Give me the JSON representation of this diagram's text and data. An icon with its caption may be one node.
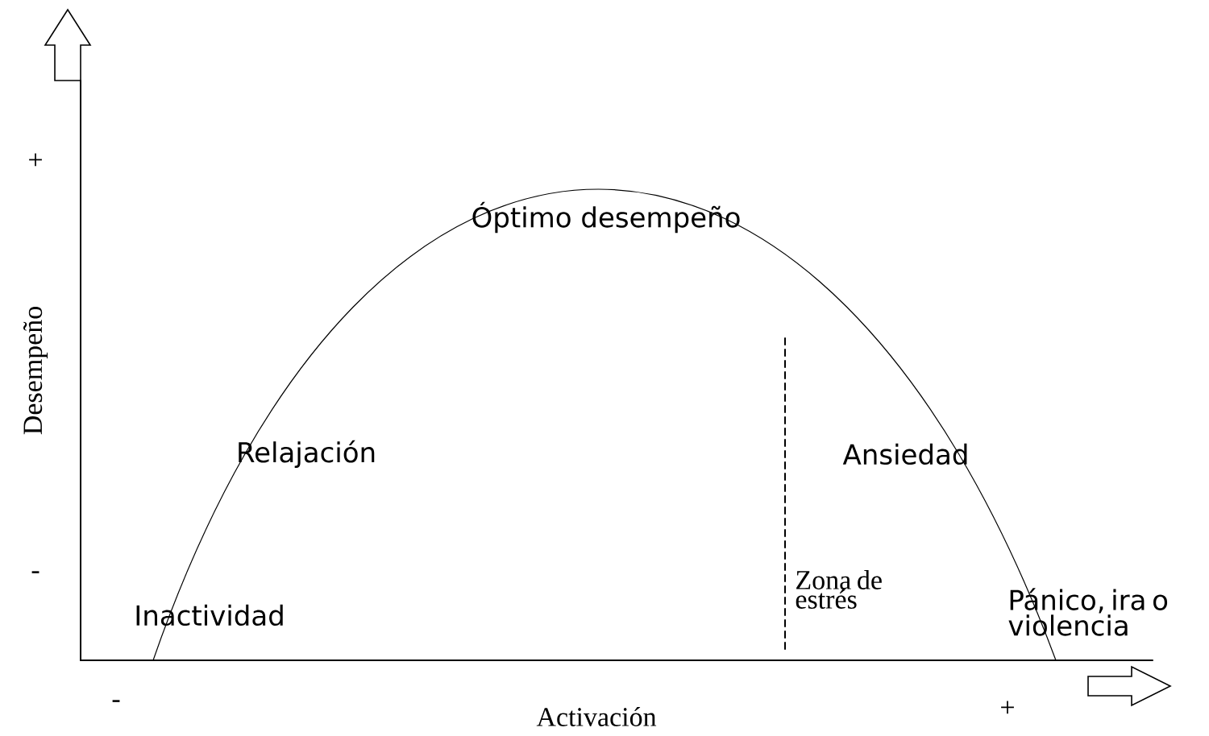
{
  "diagram": {
    "labels": [
      "+",
      "-",
      "Desempeño",
      "Óptimo desempeño",
      "Relajación",
      "Ansiedad",
      "Inactividad",
      "Zona de estrés",
      "Pánico, ira o violencia",
      "-",
      "Activación",
      "+"
    ]
  }
}
